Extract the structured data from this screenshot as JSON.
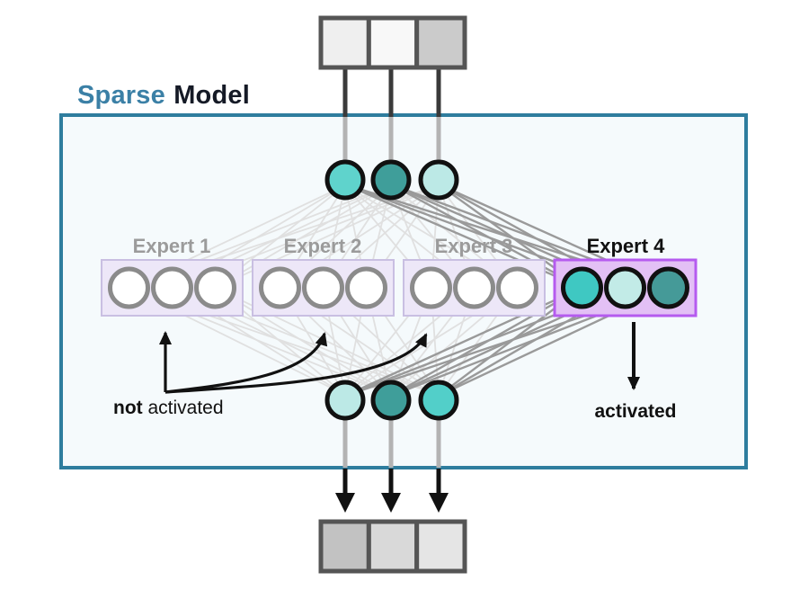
{
  "title": {
    "highlight": "Sparse",
    "rest": "Model"
  },
  "diagram": {
    "experts": [
      {
        "label": "Expert 1",
        "state": "inactive"
      },
      {
        "label": "Expert 2",
        "state": "inactive"
      },
      {
        "label": "Expert 3",
        "state": "inactive"
      },
      {
        "label": "Expert 4",
        "state": "active"
      }
    ],
    "annotations": {
      "not_activated_bold": "not",
      "not_activated_rest": " activated",
      "activated": "activated"
    },
    "input_token_cells": [
      "#efefef",
      "#f8f8f8",
      "#cbcbcb"
    ],
    "output_token_cells": [
      "#c2c2c2",
      "#d9d9d9",
      "#e5e5e5"
    ],
    "top_neurons": [
      "#5fd3cc",
      "#3f9e9a",
      "#bce9e6"
    ],
    "bottom_neurons": [
      "#bce9e6",
      "#3f9e9a",
      "#52cfc9"
    ],
    "expert4_neurons": [
      "#3fc8c2",
      "#c2ebe7",
      "#459a98"
    ],
    "colors": {
      "accent_teal": "#3b80a6",
      "box_border": "#2e7d9e",
      "box_fill": "#f5fafc",
      "expert_box_fill": "#ede7f8",
      "expert_box_border": "#c9bfe2",
      "expert4_box_fill": "#e3c0f5",
      "expert4_box_border": "#b55bef",
      "inactive_label": "#9b9b9b",
      "active_label": "#111111",
      "light_line": "#e0e0e0",
      "dark_line": "#9a9a9a",
      "stub_gray": "#b3b3b3",
      "stub_dark": "#3a3a3a",
      "token_border": "#555555",
      "arrow_black": "#111111",
      "neuron_ring_gray": "#8b8b8b",
      "neuron_ring_black": "#111111",
      "expert_neuron_fill": "#ffffff"
    }
  }
}
